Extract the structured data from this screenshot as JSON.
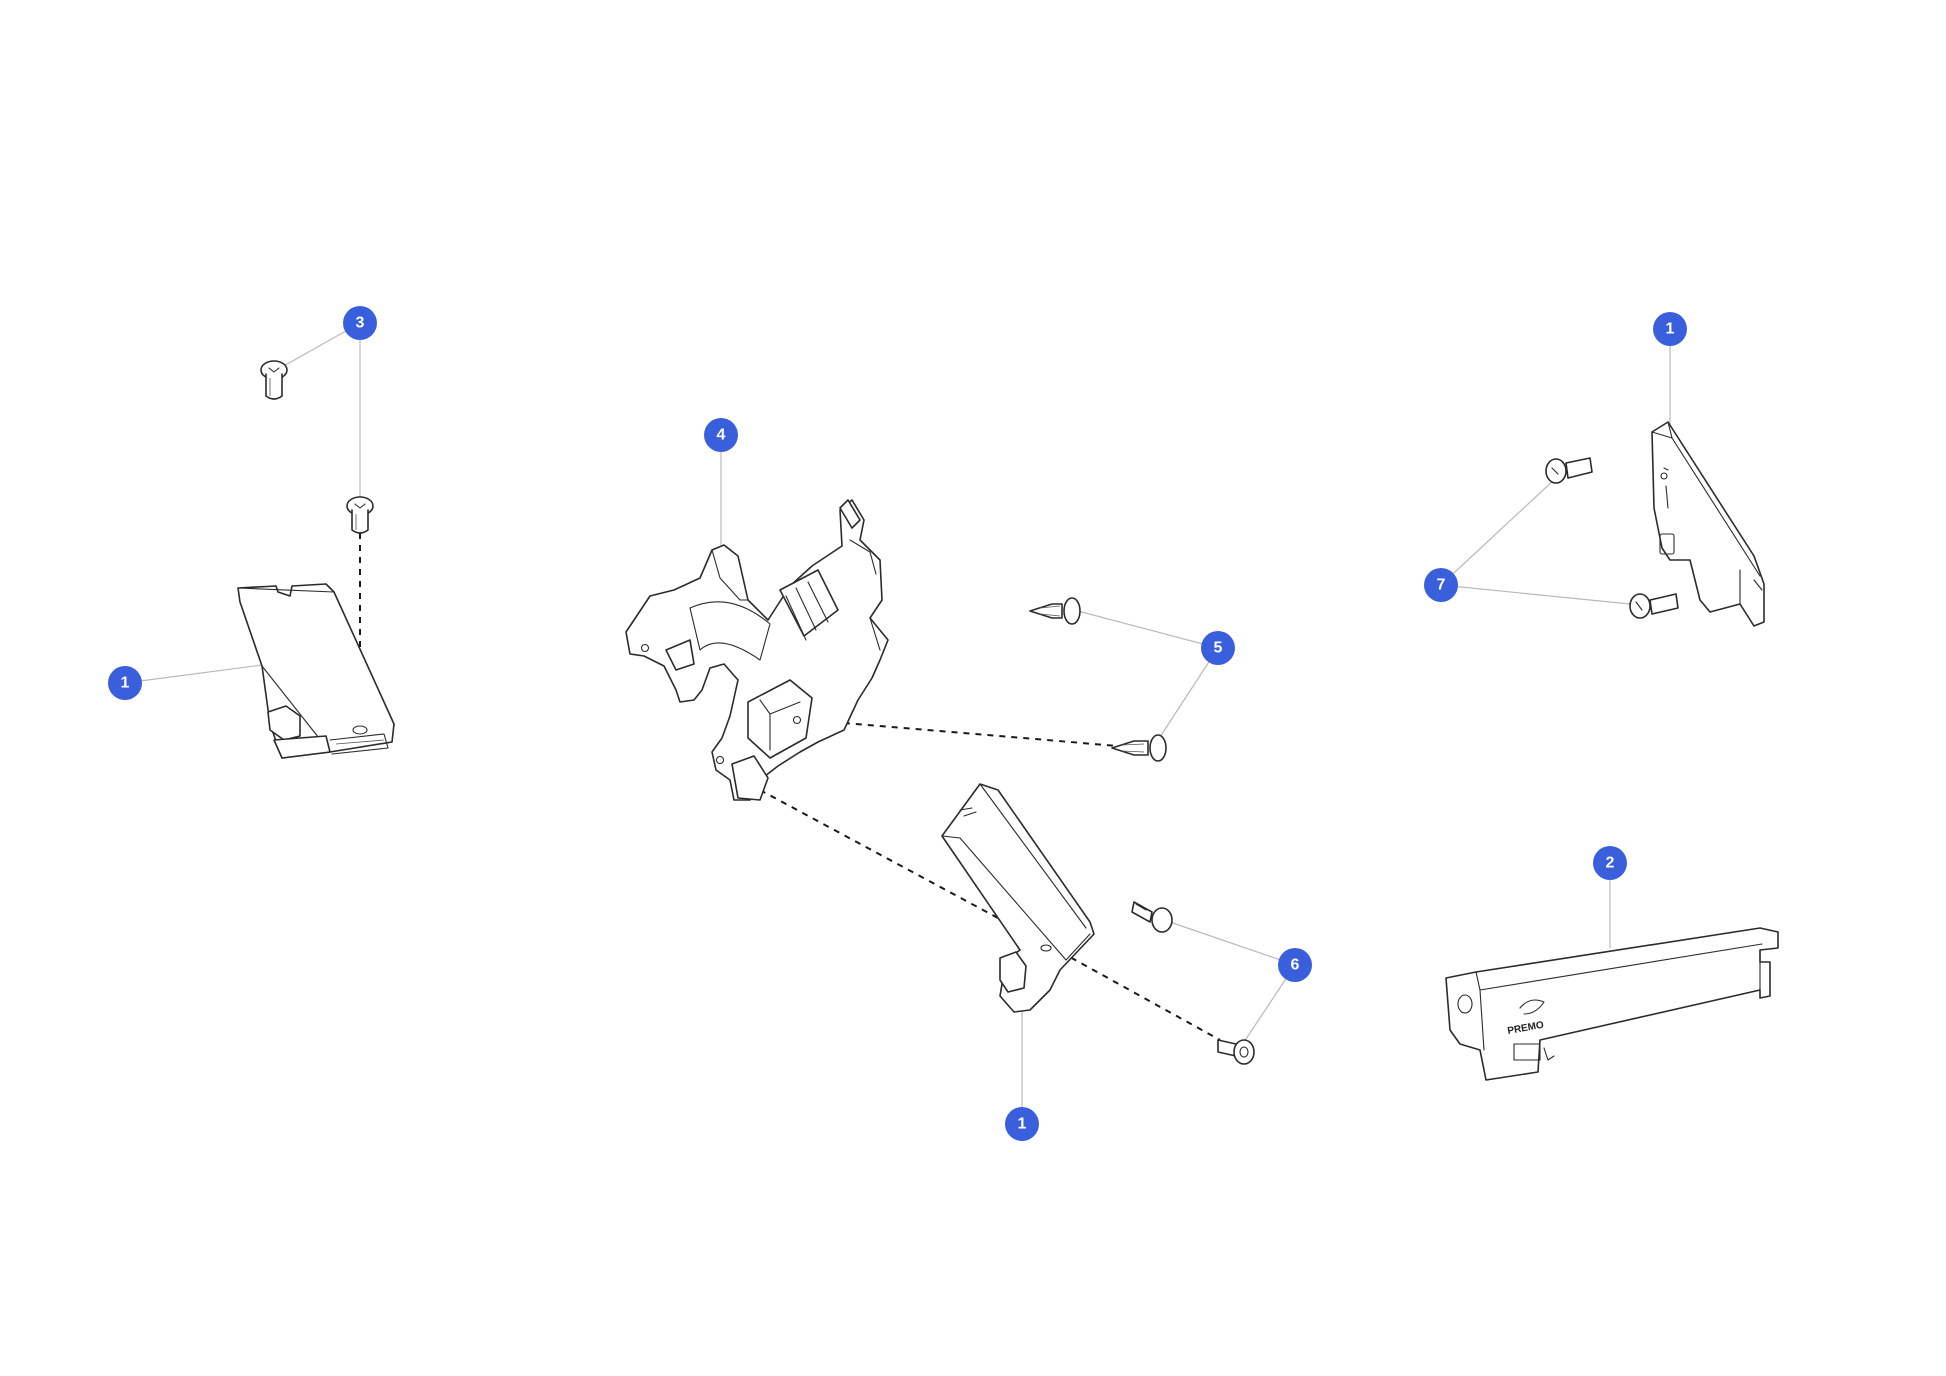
{
  "colors": {
    "callout": "#3a5fdc",
    "line": "#2b2b2b",
    "leader": "#b9b9b9"
  },
  "callouts": [
    {
      "id": "c3",
      "label": "3"
    },
    {
      "id": "c1a",
      "label": "1"
    },
    {
      "id": "c4",
      "label": "4"
    },
    {
      "id": "c5",
      "label": "5"
    },
    {
      "id": "c1c",
      "label": "1"
    },
    {
      "id": "c6",
      "label": "6"
    },
    {
      "id": "c1b",
      "label": "1"
    },
    {
      "id": "c7",
      "label": "7"
    },
    {
      "id": "c2",
      "label": "2"
    }
  ],
  "parts": {
    "bracket_logo": "PREMO"
  }
}
